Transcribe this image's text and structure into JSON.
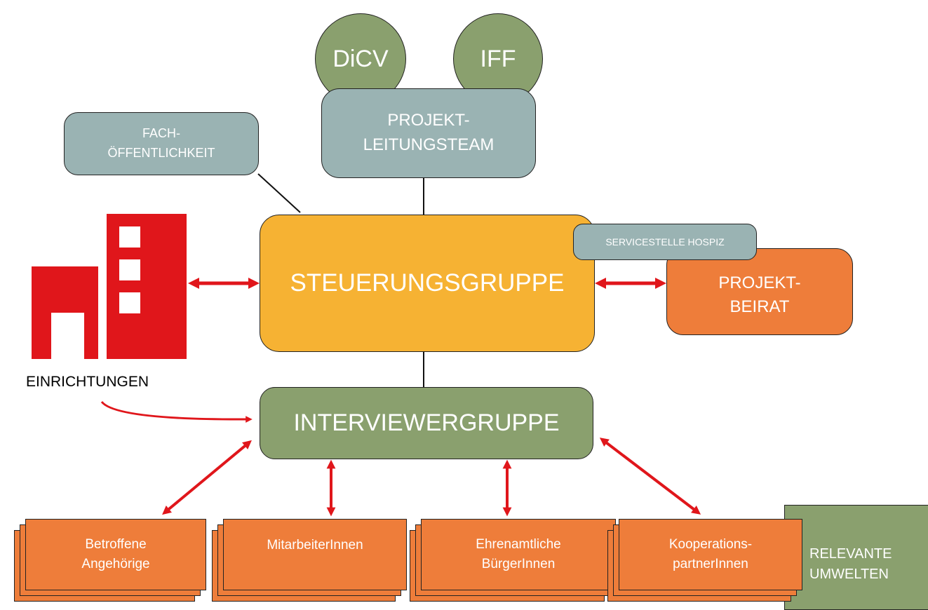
{
  "circles": {
    "dicv": "DiCV",
    "iff": "IFF"
  },
  "projektleitungsteam": "PROJEKT-\nLEITUNGSTEAM",
  "fachoeffentlichkeit": "FACH-\nÖFFENTLICHKEIT",
  "steuerungsgruppe": "STEUERUNGSGRUPPE",
  "servicestelle": "SERVICESTELLE HOSPIZ",
  "projektbeirat": "PROJEKT-\nBEIRAT",
  "einrichtungen": "EINRICHTUNGEN",
  "interviewergruppe": "INTERVIEWERGRUPPE",
  "groups": [
    "Betroffene\nAngehörige",
    "MitarbeiterInnen",
    "Ehrenamtliche\nBürgerInnen",
    "Kooperations-\npartnerInnen"
  ],
  "relevante_umwelten": "RELEVANTE\nUMWELTEN",
  "colors": {
    "gray": "#9ab3b3",
    "green": "#8aa06e",
    "orange": "#ee7d3a",
    "yellow": "#f6b233",
    "red": "#e0161b"
  },
  "icons": [
    "building-icon"
  ]
}
